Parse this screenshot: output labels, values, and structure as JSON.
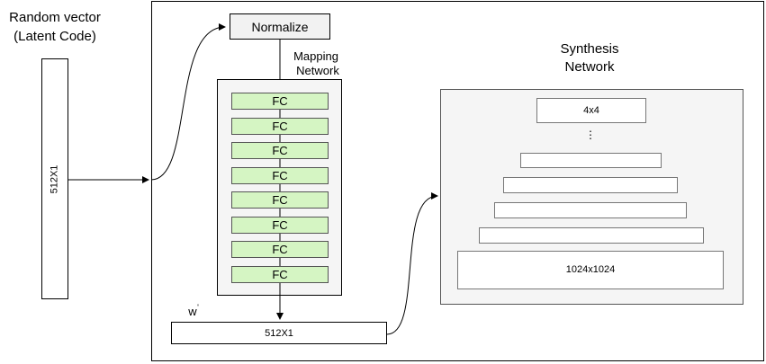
{
  "input": {
    "title_line1": "Random vector",
    "title_line2": "(Latent Code)",
    "vector_label": "512X1"
  },
  "mapping": {
    "normalize_label": "Normalize",
    "title_line1": "Mapping",
    "title_line2": "Network",
    "fc_layers": [
      "FC",
      "FC",
      "FC",
      "FC",
      "FC",
      "FC",
      "FC",
      "FC"
    ],
    "w_label": "w",
    "w_vector_label": "512X1"
  },
  "synthesis": {
    "title_line1": "Synthesis",
    "title_line2": "Network",
    "top_block": "4x4",
    "ellipsis": "⋮",
    "bottom_block": "1024x1024"
  },
  "colors": {
    "fc_fill": "#d5f5c3",
    "panel_fill": "#f5f5f5",
    "border": "#000000"
  }
}
